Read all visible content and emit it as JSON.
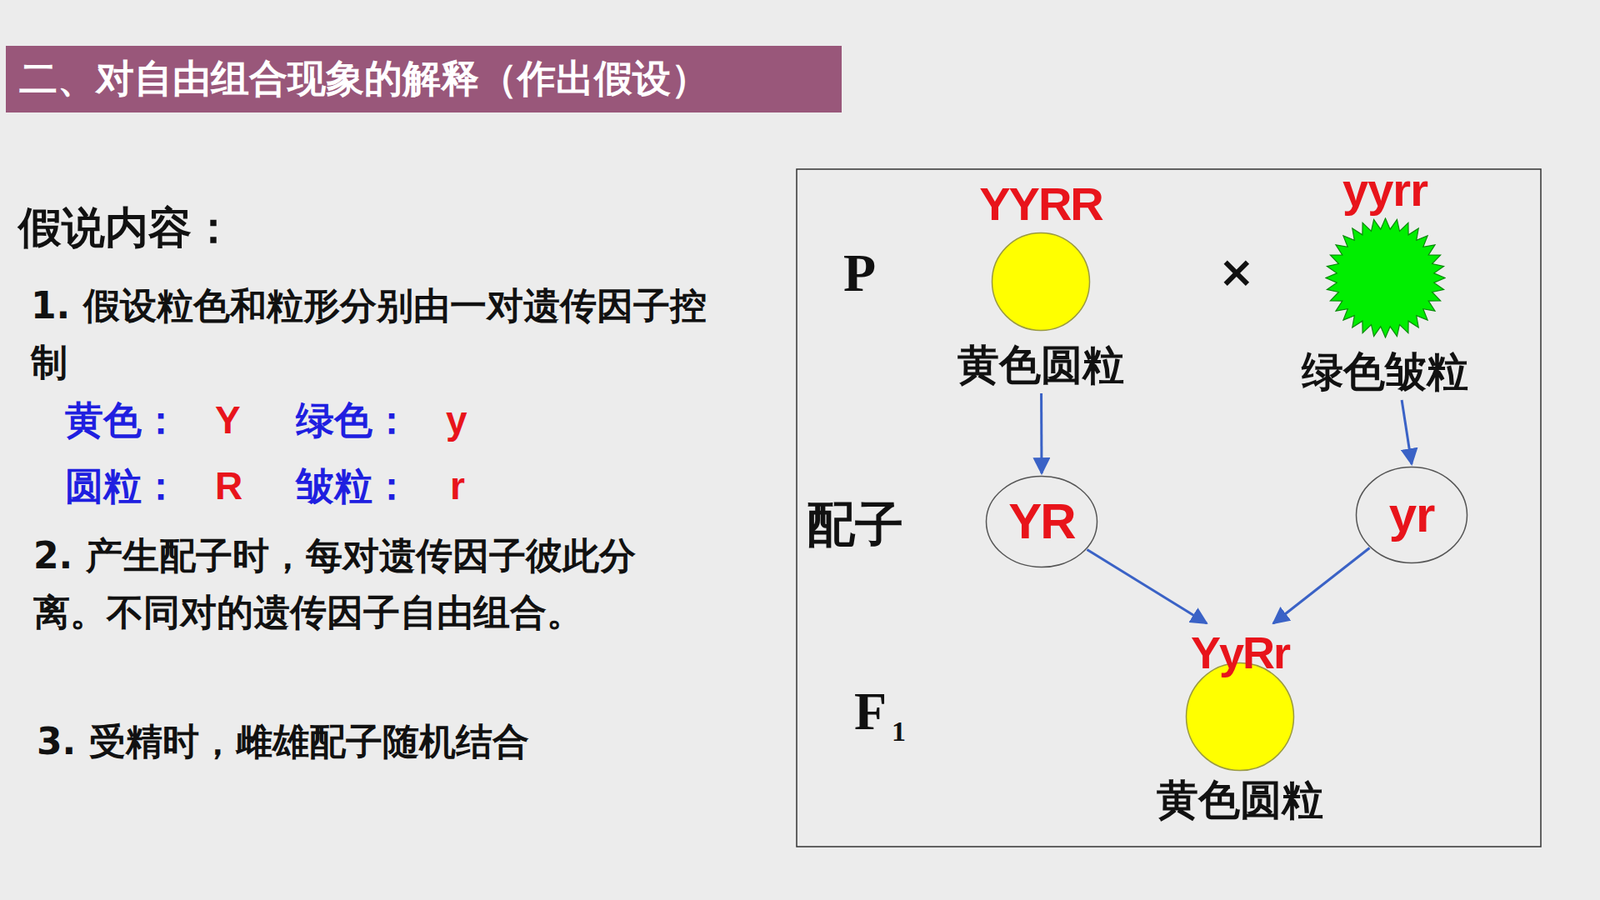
{
  "diagram": {
    "title": "二、对自由组合现象的解释（作出假设）",
    "nodes": [
      {
        "text": [
          "YYRR",
          "黄色圆粒"
        ]
      },
      {
        "text": [
          "yyrr",
          "绿色皱粒"
        ]
      },
      {
        "text": [
          "YR"
        ]
      },
      {
        "text": [
          "yr"
        ]
      },
      {
        "text": [
          "YyRr",
          "黄色圆粒"
        ]
      }
    ],
    "edges": [
      {
        "from": 0,
        "to": 2,
        "arrow": "to"
      },
      {
        "from": 1,
        "to": 3,
        "arrow": "to"
      },
      {
        "from": 2,
        "to": 4,
        "arrow": "to"
      },
      {
        "from": 3,
        "to": 4,
        "arrow": "to"
      }
    ],
    "labels": [
      "假说内容：",
      "1. 假设粒色和粒形分别由一对遗传因子控制",
      "黄色：",
      "Y",
      "绿色：",
      "y",
      "圆粒：",
      "R",
      "皱粒：",
      "r",
      "2. 产生配子时，每对遗传因子彼此分离。不同对的遗传因子自由组合。",
      "3. 受精时，雌雄配子随机结合",
      "P",
      "×",
      "配子",
      "F",
      "1"
    ]
  }
}
